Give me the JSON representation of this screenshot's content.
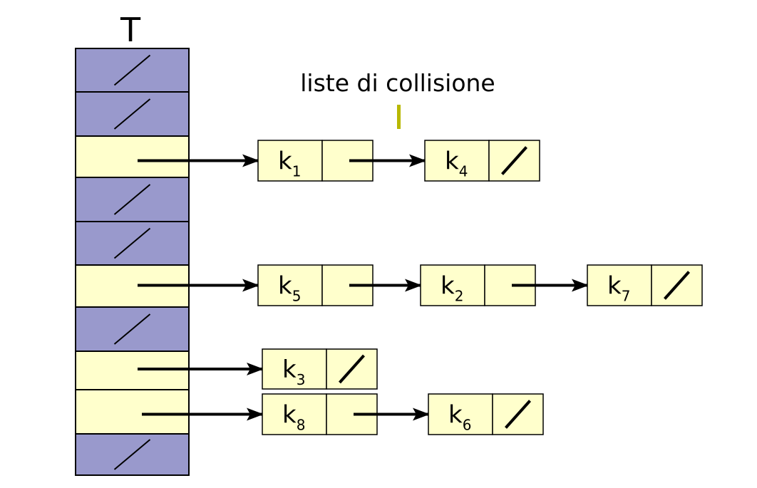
{
  "table": {
    "title": "T",
    "slots": [
      {
        "state": "empty"
      },
      {
        "state": "empty"
      },
      {
        "state": "filled",
        "list": [
          "k1",
          "k4"
        ]
      },
      {
        "state": "empty"
      },
      {
        "state": "empty"
      },
      {
        "state": "filled",
        "list": [
          "k5",
          "k2",
          "k7"
        ]
      },
      {
        "state": "empty"
      },
      {
        "state": "filled",
        "list": [
          "k3"
        ]
      },
      {
        "state": "filled",
        "list": [
          "k8",
          "k6"
        ]
      },
      {
        "state": "empty"
      }
    ]
  },
  "keys": {
    "k1": {
      "base": "k",
      "sub": "1"
    },
    "k2": {
      "base": "k",
      "sub": "2"
    },
    "k3": {
      "base": "k",
      "sub": "3"
    },
    "k4": {
      "base": "k",
      "sub": "4"
    },
    "k5": {
      "base": "k",
      "sub": "5"
    },
    "k6": {
      "base": "k",
      "sub": "6"
    },
    "k7": {
      "base": "k",
      "sub": "7"
    },
    "k8": {
      "base": "k",
      "sub": "8"
    }
  },
  "annotation": {
    "label": "liste di collisione"
  },
  "colors": {
    "empty_slot": "#9999cc",
    "filled_slot": "#ffffcc",
    "node_fill": "#ffffcc",
    "pointer_marker": "#b8b800",
    "stroke": "#000000"
  }
}
